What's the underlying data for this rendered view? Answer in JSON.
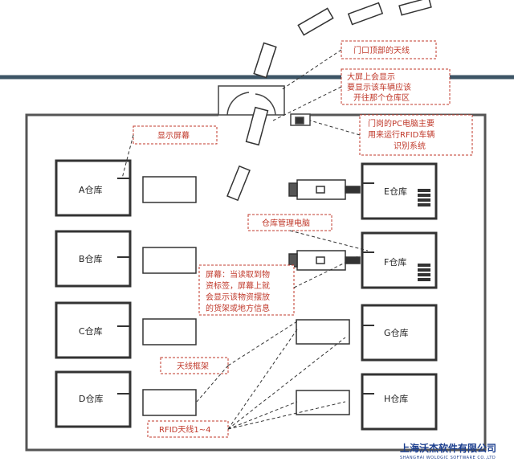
{
  "warehouses": {
    "A": "A仓库",
    "B": "B仓库",
    "C": "C仓库",
    "D": "D仓库",
    "E": "E仓库",
    "F": "F仓库",
    "G": "G仓库",
    "H": "H仓库"
  },
  "callouts": {
    "gate_antenna": "门口顶部的天线",
    "gate_screen_1": "大屏上会显示",
    "gate_screen_2": "要显示该车辆应该",
    "gate_screen_3": "开往那个仓库区",
    "gate_pc_1": "门岗的PC电脑主要",
    "gate_pc_2": "用来运行RFID车辆",
    "gate_pc_3": "识别系统",
    "display_screen": "显示屏幕",
    "warehouse_pc": "仓库管理电脑",
    "screen_note_1": "屏幕：当读取到物",
    "screen_note_2": "资标签，屏幕上就",
    "screen_note_3": "会显示该物资摆放",
    "screen_note_4": "的货架或地方信息",
    "antenna_frame": "天线框架",
    "rfid_antenna": "RFID天线1~4"
  },
  "brand": {
    "name": "上海沃杰软件有限公司",
    "sub": "SHANGHAI WOLOGIC SOFTWARE CO.,LTD"
  },
  "colors": {
    "callout": "#c0392b",
    "wall": "#555555",
    "road": "#3d5566",
    "brand": "#1c3f8f"
  }
}
